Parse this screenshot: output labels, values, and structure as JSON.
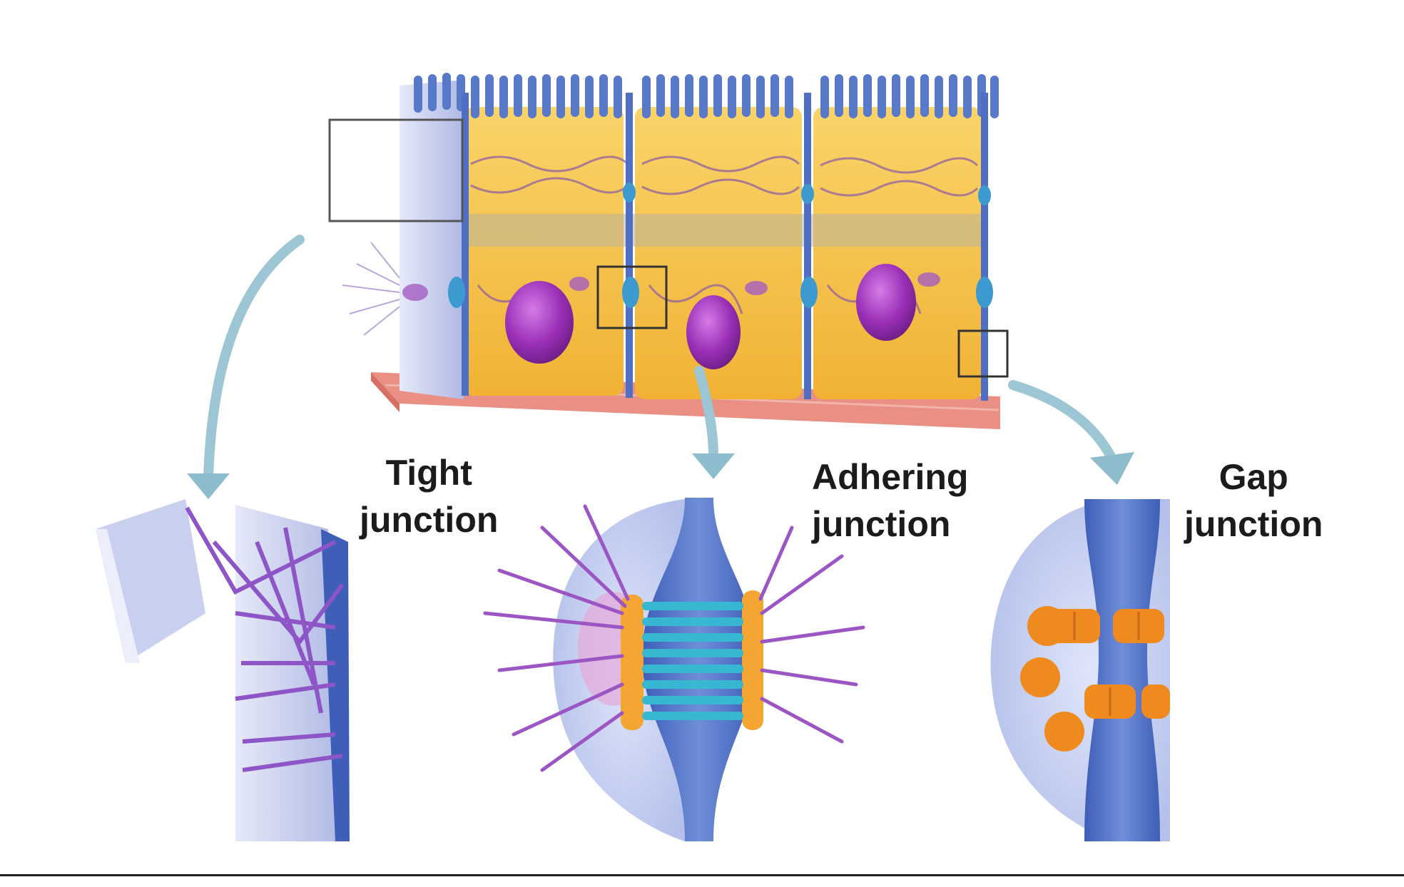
{
  "labels": {
    "tight": {
      "line1": "Tight",
      "line2": "junction"
    },
    "adhering": {
      "line1": "Adhering",
      "line2": "junction"
    },
    "gap": {
      "line1": "Gap",
      "line2": "junction"
    }
  },
  "colors": {
    "cytoplasm": "#f6c24a",
    "nucleus": "#9a2fb6",
    "membrane": "#4f6fc4",
    "microvilli": "#5878c8",
    "basement": "#e98f84",
    "junction-pale": "#c9cfef",
    "arrow": "#9cc6d4",
    "filament": "#9b56c4",
    "cadherin": "#37b7d1",
    "plaque": "#f5a531",
    "connexon": "#ef8a1f"
  }
}
